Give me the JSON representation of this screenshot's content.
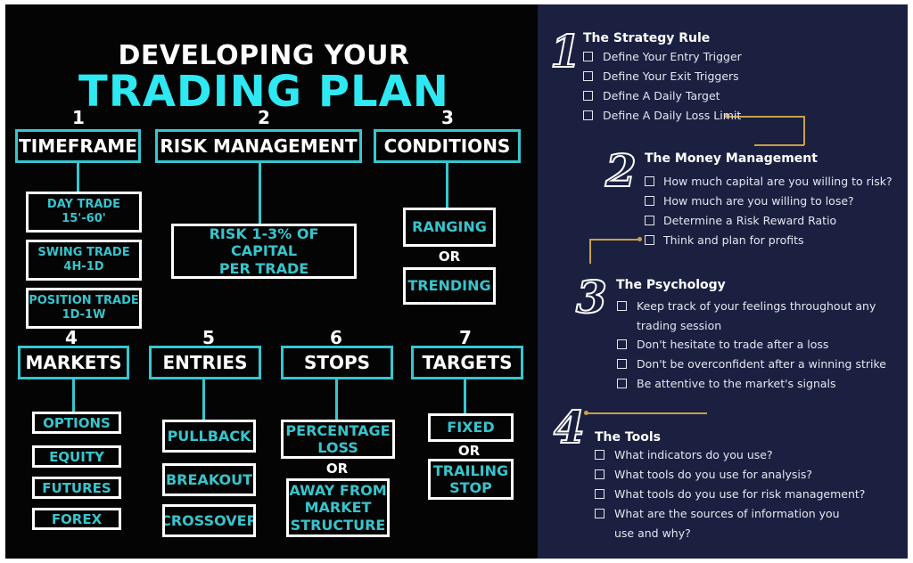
{
  "left_panel": {
    "title_line1": "DEVELOPING YOUR",
    "title_line2": "TRADING PLAN",
    "or_label": "OR",
    "steps": [
      {
        "number": "1",
        "heading": "TIMEFRAME",
        "options": [
          {
            "line1": "DAY TRADE",
            "line2": "15'-60'"
          },
          {
            "line1": "SWING TRADE",
            "line2": "4H-1D"
          },
          {
            "line1": "POSITION TRADE",
            "line2": "1D-1W"
          }
        ]
      },
      {
        "number": "2",
        "heading": "RISK MANAGEMENT",
        "options": [
          {
            "line1": "RISK 1-3% OF CAPITAL",
            "line2": "PER TRADE"
          }
        ]
      },
      {
        "number": "3",
        "heading": "CONDITIONS",
        "options": [
          {
            "label": "RANGING"
          },
          {
            "label": "TRENDING"
          }
        ]
      },
      {
        "number": "4",
        "heading": "MARKETS",
        "options": [
          {
            "label": "OPTIONS"
          },
          {
            "label": "EQUITY"
          },
          {
            "label": "FUTURES"
          },
          {
            "label": "FOREX"
          }
        ]
      },
      {
        "number": "5",
        "heading": "ENTRIES",
        "options": [
          {
            "label": "PULLBACK"
          },
          {
            "label": "BREAKOUT"
          },
          {
            "label": "CROSSOVER"
          }
        ]
      },
      {
        "number": "6",
        "heading": "STOPS",
        "options": [
          {
            "line1": "PERCENTAGE",
            "line2": "LOSS"
          },
          {
            "line1": "AWAY FROM",
            "line2": "MARKET",
            "line3": "STRUCTURE"
          }
        ]
      },
      {
        "number": "7",
        "heading": "TARGETS",
        "options": [
          {
            "label": "FIXED"
          },
          {
            "line1": "TRAILING",
            "line2": "STOP"
          }
        ]
      }
    ]
  },
  "right_panel": {
    "sections": [
      {
        "number": "1",
        "title": "The Strategy Rule",
        "items": [
          "Define Your Entry Trigger",
          "Define Your Exit Triggers",
          "Define A Daily Target",
          "Define A Daily Loss Limit"
        ]
      },
      {
        "number": "2",
        "title": "The Money Management",
        "items": [
          "How much capital are you willing to risk?",
          "How much are you willing to lose?",
          "Determine a Risk Reward Ratio",
          "Think and plan for profits"
        ]
      },
      {
        "number": "3",
        "title": "The Psychology",
        "items": [
          {
            "line1": "Keep track of your feelings  throughout any",
            "line2": "trading session"
          },
          "Don't hesitate to trade after a loss",
          "Don't be overconfident after a winning strike",
          "Be attentive to the market's signals"
        ]
      },
      {
        "number": "4",
        "title": "The Tools",
        "items": [
          "What indicators do you use?",
          "What tools do you use for analysis?",
          "What tools do you use for risk management?",
          {
            "line1": "What are the sources of information you",
            "line2": "use and why?"
          }
        ]
      }
    ]
  },
  "colors": {
    "left_background": "#040404",
    "right_background": "#1b2040",
    "accent_cyan": "#2ee8f2",
    "box_border_cyan": "#36c7d0",
    "box_text_cyan": "#38c4cc",
    "connector_gold": "#c8a048"
  }
}
